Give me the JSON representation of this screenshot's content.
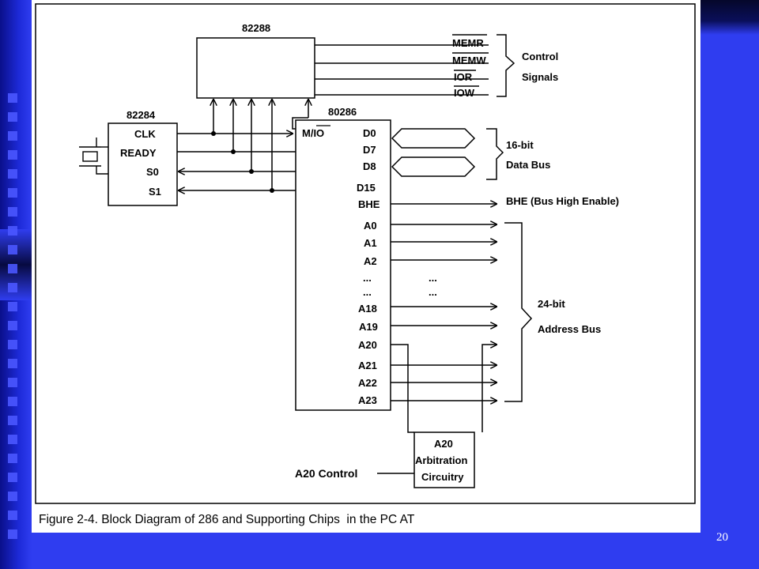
{
  "slide": {
    "page_number": "20"
  },
  "figure": {
    "caption": "Figure 2-4. Block Diagram of 286 and Supporting Chips  in the PC AT",
    "chips": {
      "bus_controller": "82288",
      "clock_generator": "82284",
      "cpu": "80286"
    },
    "control_signals": [
      "MEMR",
      "MEMW",
      "IOR",
      "IOW"
    ],
    "control_label_line1": "Control",
    "control_label_line2": "Signals",
    "clock_pins": [
      "CLK",
      "READY",
      "S0",
      "S1"
    ],
    "cpu_pins": {
      "mio": "M/IO",
      "data": [
        "D0",
        "D7",
        "D8",
        "D15"
      ],
      "bhe": "BHE",
      "address_top": [
        "A0",
        "A1",
        "A2"
      ],
      "ellipsis": "...",
      "address_bottom": [
        "A18",
        "A19",
        "A20",
        "A21",
        "A22",
        "A23"
      ]
    },
    "data_bus_label_line1": "16-bit",
    "data_bus_label_line2": "Data Bus",
    "bhe_label": "BHE (Bus High Enable)",
    "address_bus_label_line1": "24-bit",
    "address_bus_label_line2": "Address Bus",
    "a20_box": [
      "A20",
      "Arbitration",
      "Circuitry"
    ],
    "a20_control_label": "A20 Control"
  }
}
